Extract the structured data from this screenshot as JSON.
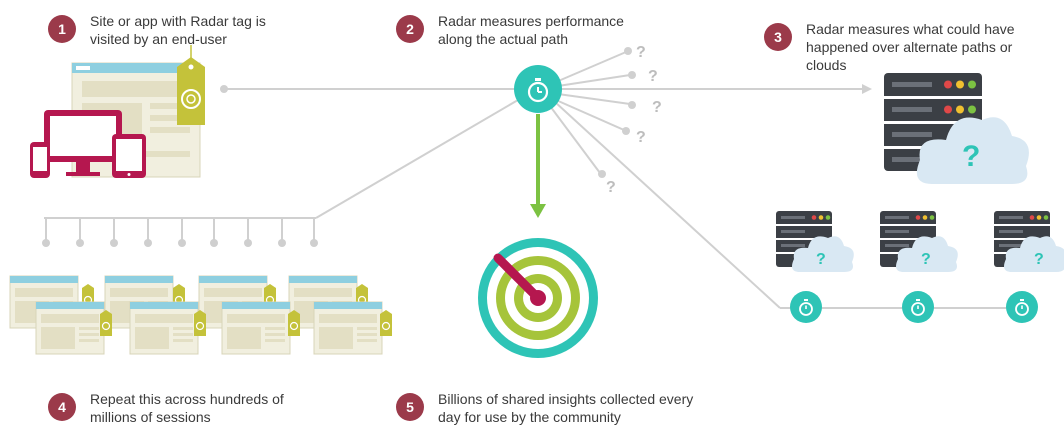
{
  "steps": [
    {
      "num": "1",
      "text_line1": "Site or app with Radar tag is",
      "text_line2": "visited by an end-user"
    },
    {
      "num": "2",
      "text_line1": "Radar measures performance",
      "text_line2": "along the actual path"
    },
    {
      "num": "3",
      "text_line1": "Radar measures what could have",
      "text_line2": "happened over alternate paths or",
      "text_line3": "clouds"
    },
    {
      "num": "4",
      "text_line1": "Repeat this across hundreds of",
      "text_line2": "millions of sessions"
    },
    {
      "num": "5",
      "text_line1": "Billions of shared insights collected every",
      "text_line2": "day for use by the community"
    }
  ],
  "glyphs": {
    "question": "?"
  },
  "colors": {
    "step_badge": "#9b3a4a",
    "teal": "#2ec4b6",
    "green_arrow": "#7cc242",
    "line_grey": "#d0d0d0",
    "device_magenta": "#b5174f",
    "tag_olive": "#c4c23a",
    "server_dark": "#3b3f45",
    "cloud_blue": "#d9e8f3"
  },
  "icons": [
    "stopwatch-icon",
    "server-icon",
    "cloud-icon",
    "target-icon",
    "price-tag-icon",
    "browser-window-icon",
    "monitor-icon",
    "tablet-icon",
    "phone-icon"
  ]
}
